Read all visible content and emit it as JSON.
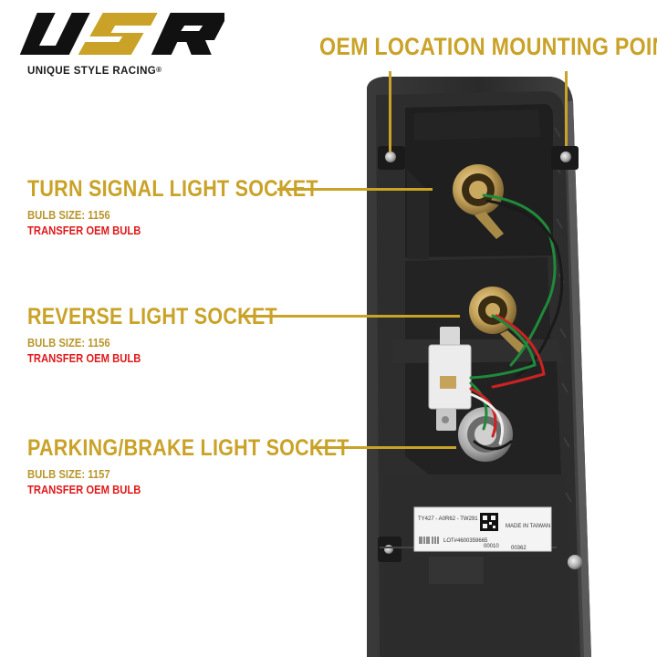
{
  "brand": {
    "logo_text": "USR",
    "name": "UNIQUE STYLE RACING",
    "registered_mark": "®"
  },
  "colors": {
    "gold": "#c9a227",
    "red": "#e0191b",
    "housing": "#2b2b2b",
    "black": "#111111"
  },
  "callouts": {
    "oem_mounting": "OEM LOCATION MOUNTING POINTS",
    "turn_signal": {
      "title": "TURN SIGNAL LIGHT SOCKET",
      "bulb": "BULB SIZE: 1156",
      "note": "TRANSFER OEM BULB"
    },
    "reverse": {
      "title": "REVERSE LIGHT SOCKET",
      "bulb": "BULB SIZE: 1156",
      "note": "TRANSFER OEM BULB"
    },
    "parking_brake": {
      "title": "PARKING/BRAKE LIGHT SOCKET",
      "bulb": "BULB SIZE: 1157",
      "note": "TRANSFER OEM BULB"
    }
  },
  "product_label": {
    "part_line": "TY427 - A0R62 - TW291",
    "lot_line": "LOT#4600359665",
    "code_a": "00010",
    "code_b": "00362",
    "origin": "MADE IN TAIWAN"
  }
}
